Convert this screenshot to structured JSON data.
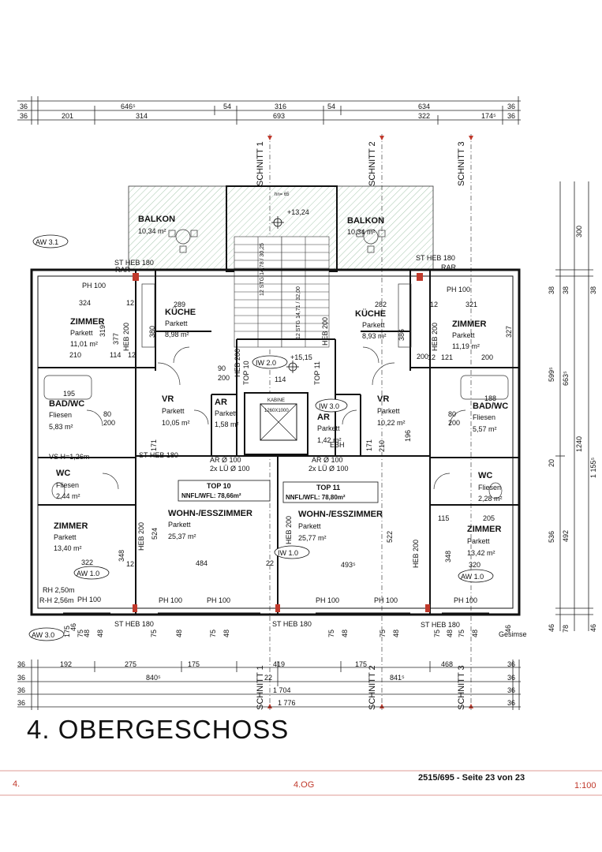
{
  "title": "4. OBERGESCHOSS",
  "footer": {
    "left": "4.",
    "center": "4.OG",
    "right": "2515/695 - Seite 23 von 23",
    "scale": "1:100"
  },
  "top_dims": {
    "row1": [
      "36",
      "646⁵",
      "54",
      "316",
      "54",
      "634",
      "36"
    ],
    "row2": [
      "36",
      "201",
      "314",
      "693",
      "322",
      "174⁵",
      "36"
    ]
  },
  "bottom_dims": {
    "row1": [
      "36",
      "192",
      "275",
      "175",
      "419",
      "175",
      "468",
      "36"
    ],
    "row2": [
      "36",
      "840⁵",
      "22",
      "841⁵",
      "36"
    ],
    "row3": [
      "36",
      "1 704",
      "36"
    ],
    "row4": [
      "36",
      "1 776",
      "36"
    ]
  },
  "right_dims": [
    "300",
    "38",
    "38",
    "38",
    "599⁵",
    "663⁵",
    "20",
    "1240",
    "1 155⁵",
    "536",
    "492",
    "46",
    "78",
    "46"
  ],
  "sections": [
    "SCHNITT 1",
    "SCHNITT 2",
    "SCHNITT 3"
  ],
  "markers": [
    "AW 3.1",
    "AW 1.0",
    "AW 1.0",
    "AW 3.0",
    "IW 2.0",
    "IW 3.0",
    "IW 1.0"
  ],
  "elevations": [
    "+13,24",
    "+15,15"
  ],
  "stair": {
    "label1": "12 STG 14,78 / 30,25",
    "label2": "12 STG 14,71 / 32,00",
    "top": "hn= 65"
  },
  "lift": {
    "label": "KABINE",
    "size": "1260X1000"
  },
  "rooms": [
    {
      "name": "BALKON",
      "floor": "",
      "area": "10,34 m²"
    },
    {
      "name": "BALKON",
      "floor": "",
      "area": "10,34 m²"
    },
    {
      "name": "ZIMMER",
      "floor": "Parkett",
      "area": "11,01 m²"
    },
    {
      "name": "KÜCHE",
      "floor": "Parkett",
      "area": "8,98 m²"
    },
    {
      "name": "KÜCHE",
      "floor": "Parkett",
      "area": "8,93 m²"
    },
    {
      "name": "ZIMMER",
      "floor": "Parkett",
      "area": "11,19 m²"
    },
    {
      "name": "BAD/WC",
      "floor": "Fliesen",
      "area": "5,83 m²"
    },
    {
      "name": "VR",
      "floor": "Parkett",
      "area": "10,05 m²"
    },
    {
      "name": "AR",
      "floor": "Parkett",
      "area": "1,58 m²"
    },
    {
      "name": "AR",
      "floor": "Parkett",
      "area": "1,42 m²"
    },
    {
      "name": "VR",
      "floor": "Parkett",
      "area": "10,22 m²"
    },
    {
      "name": "BAD/WC",
      "floor": "Fliesen",
      "area": "5,57 m²"
    },
    {
      "name": "WC",
      "floor": "Fliesen",
      "area": "2,44 m²"
    },
    {
      "name": "WC",
      "floor": "Fliesen",
      "area": "2,28 m²"
    },
    {
      "name": "ZIMMER",
      "floor": "Parkett",
      "area": "13,40 m²"
    },
    {
      "name": "WOHN-/ESSZIMMER",
      "floor": "Parkett",
      "area": "25,37 m²"
    },
    {
      "name": "WOHN-/ESSZIMMER",
      "floor": "Parkett",
      "area": "25,77 m²"
    },
    {
      "name": "ZIMMER",
      "floor": "Parkett",
      "area": "13,42 m²"
    }
  ],
  "units": [
    {
      "name": "TOP 10",
      "nnfl": "NNFL/WFL: 78,66m²"
    },
    {
      "name": "TOP 11",
      "nnfl": "NNFL/WFL: 78,80m²"
    }
  ],
  "labels": {
    "st_heb_180": "ST HEB 180",
    "heb_200": "HEB 200",
    "ph_100": "PH 100",
    "rar": "RAR",
    "ar_vent": "AR Ø 100",
    "lu_vent": "2x LÜ Ø 100",
    "top_10": "TOP 10",
    "top_11": "TOP 11",
    "heb": "HEB 200",
    "gesimse": "Gesimse",
    "rh": "RH 2,50m",
    "rh2": "R-H 2,56m",
    "vs": "VS H=1,26m",
    "ebh": "EBH"
  },
  "interior_dims": [
    "324",
    "12",
    "289",
    "282",
    "12",
    "321",
    "210",
    "114",
    "12",
    "200",
    "12",
    "121",
    "200",
    "195",
    "188",
    "484",
    "22",
    "493⁵",
    "322",
    "12",
    "115",
    "205",
    "320",
    "377",
    "319⁵",
    "380",
    "386",
    "327",
    "348",
    "524",
    "522",
    "348",
    "171",
    "171",
    "210",
    "196",
    "114",
    "90",
    "200",
    "80",
    "200",
    "80",
    "200"
  ],
  "bottom_ticks": [
    "175",
    "46",
    "48",
    "75",
    "48",
    "75",
    "48",
    "75",
    "48",
    "75",
    "48",
    "75",
    "48",
    "75",
    "48",
    "75",
    "48",
    "46"
  ]
}
